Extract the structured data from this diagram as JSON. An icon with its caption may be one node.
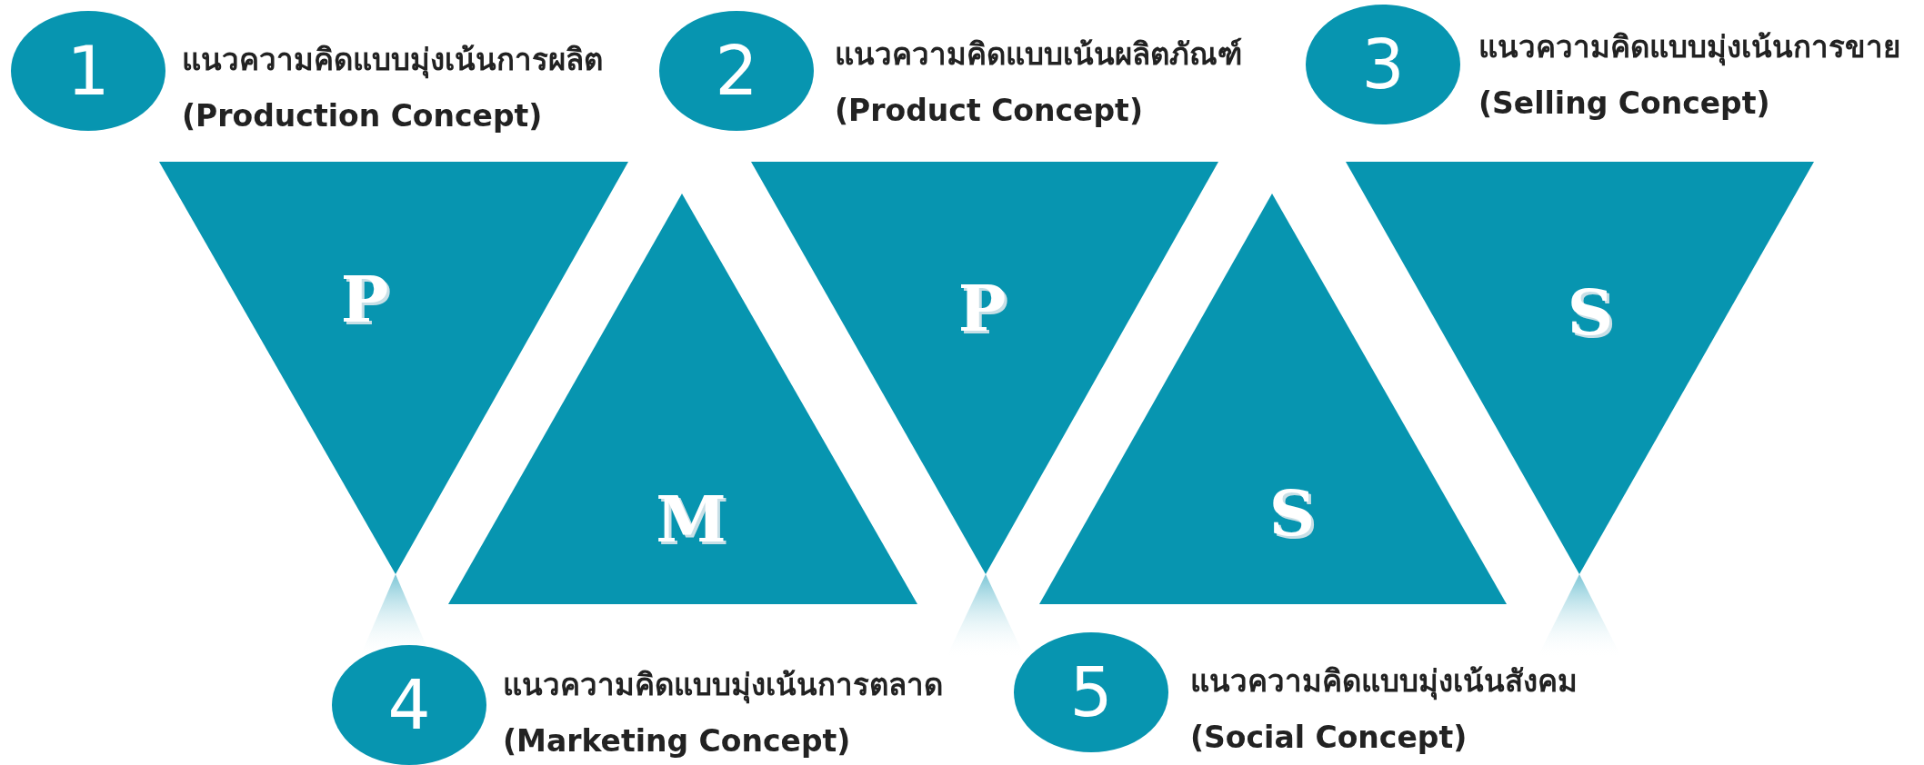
{
  "diagram": {
    "nodes": [
      {
        "text": [
          "1"
        ],
        "beside": [
          "แนวความคิดแบบมุ่งเน้นการผลิต",
          "(Production Concept)"
        ]
      },
      {
        "text": [
          "2"
        ],
        "beside": [
          "แนวความคิดแบบเน้นผลิตภัณฑ์",
          "(Product Concept)"
        ]
      },
      {
        "text": [
          "3"
        ],
        "beside": [
          "แนวความคิดแบบมุ่งเน้นการขาย",
          "(Selling Concept)"
        ]
      },
      {
        "text": [
          "P"
        ]
      },
      {
        "text": [
          "M"
        ]
      },
      {
        "text": [
          "P"
        ]
      },
      {
        "text": [
          "S"
        ]
      },
      {
        "text": [
          "S"
        ]
      },
      {
        "text": [
          "4"
        ],
        "beside": [
          "แนวความคิดแบบมุ่งเน้นการตลาด",
          "(Marketing Concept)"
        ]
      },
      {
        "text": [
          "5"
        ],
        "beside": [
          "แนวความคิดแบบมุ่งเน้นสังคม",
          "(Social Concept)"
        ]
      }
    ]
  }
}
